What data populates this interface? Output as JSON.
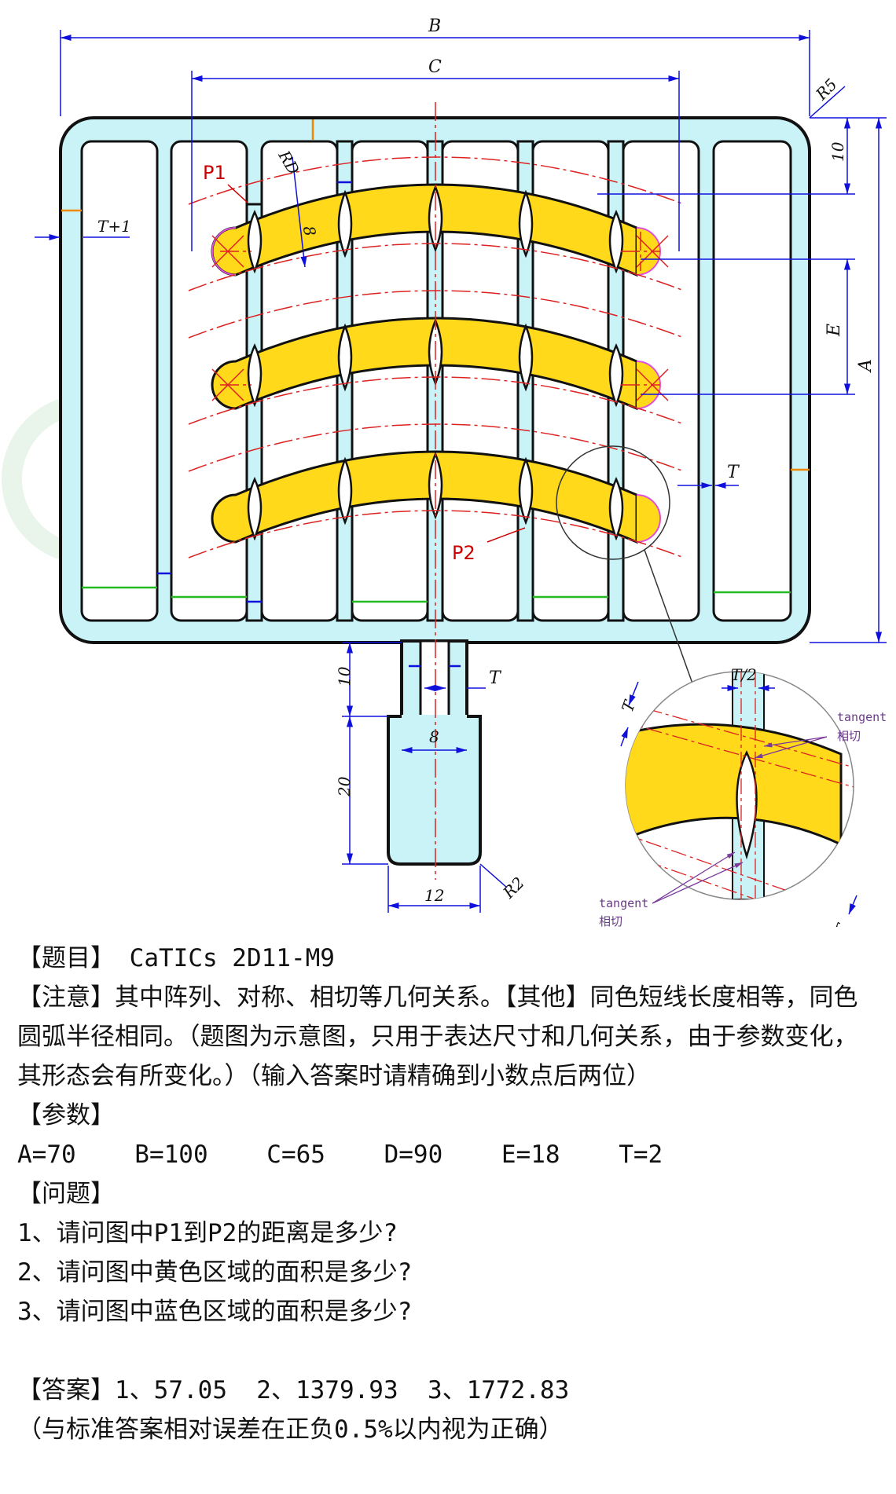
{
  "drawing": {
    "dims": {
      "B": "B",
      "C": "C",
      "A": "A",
      "E": "E",
      "T": "T",
      "T_half": "T/2",
      "T_plus_1": "T+1",
      "RD": "RD",
      "R5": "R5",
      "R2": "R2",
      "d10_top": "10",
      "d10_stem": "10",
      "d8_arc": "8",
      "d8_stem": "8",
      "d20": "20",
      "d12": "12"
    },
    "labels": {
      "P1": "P1",
      "P2": "P2"
    },
    "notes": {
      "tangent_en": "tangent",
      "tangent_cn": "相切"
    },
    "colors": {
      "frame_fill": "#c9f3f7",
      "yellow": "#ffd91a",
      "center_line": "#dd2222",
      "dim_line": "#1010dd",
      "orange": "#ee8800",
      "green": "#22bb22",
      "magenta": "#e050e0"
    }
  },
  "text": {
    "title": "【题目】 CaTICs 2D11-M9",
    "note1": "【注意】其中阵列、对称、相切等几何关系。【其他】同色短线长度相等，同色圆弧半径相同。（题图为示意图，只用于表达尺寸和几何关系，由于参数变化，其形态会有所变化。）（输入答案时请精确到小数点后两位）",
    "params_head": "【参数】",
    "params": "A=70    B=100    C=65    D=90    E=18    T=2",
    "questions_head": "【问题】",
    "q1": "1、请问图中P1到P2的距离是多少?",
    "q2": "2、请问图中黄色区域的面积是多少?",
    "q3": "3、请问图中蓝色区域的面积是多少?",
    "answer": "【答案】1、57.05  2、1379.93  3、1772.83",
    "tolerance": "（与标准答案相对误差在正负0.5%以内视为正确）"
  }
}
